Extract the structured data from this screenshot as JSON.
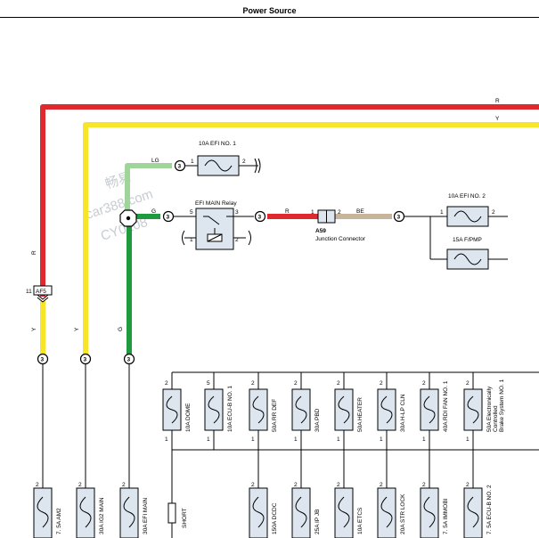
{
  "page": {
    "title": "Power Source"
  },
  "colors": {
    "red": "#e0282f",
    "yellow": "#f7e52a",
    "green": "#1f9a3f",
    "light_green": "#9fd59a",
    "beige": "#c8b49a",
    "fuse_fill": "#dde6ee"
  },
  "watermark": {
    "line1": "畅易",
    "line2": "car388.com",
    "line3": "CY0108"
  },
  "wires": {
    "r_top": "R",
    "y_top": "Y",
    "lg": "LG",
    "g_relay": "G",
    "r_left": "R",
    "y_left": "Y",
    "y_mid": "Y",
    "g_mid": "G",
    "r_relay_out": "R",
    "be": "BE"
  },
  "connector_af5": {
    "pin": "11",
    "name": "AF5"
  },
  "terminals": {
    "three": "3"
  },
  "efi_no1": {
    "name": "10A EFI NO. 1",
    "pin1": "1",
    "pin2": "2"
  },
  "relay": {
    "name": "EFI MAIN Relay",
    "pin5": "5",
    "pin3": "3",
    "pin1": "1",
    "pin2": "2"
  },
  "junction": {
    "code": "A59",
    "name": "Junction Connector",
    "pin1": "1",
    "pin2": "2"
  },
  "efi_no2": {
    "name": "10A EFI NO. 2",
    "pin1": "1",
    "pin2": "2"
  },
  "fpmp": {
    "name": "15A F/PMP"
  },
  "upper_fuses": [
    {
      "name": "10A DOME",
      "top": "2",
      "bottom": "1"
    },
    {
      "name": "10A ECU-B NO. 1",
      "top": "5",
      "bottom": "1"
    },
    {
      "name": "50A RR DEF",
      "top": "2",
      "bottom": "1"
    },
    {
      "name": "30A PBD",
      "top": "2",
      "bottom": "1"
    },
    {
      "name": "50A HEATER",
      "top": "2",
      "bottom": "1"
    },
    {
      "name": "30A H-LP CLN",
      "top": "2",
      "bottom": "1"
    },
    {
      "name": "40A RDI FAN NO. 1",
      "top": "2",
      "bottom": "1"
    },
    {
      "name": "50A Electronically Controlled Brake System NO. 1",
      "top": "2",
      "bottom": "1"
    }
  ],
  "lower_fuses": [
    {
      "name": "7. 5A AM2",
      "top": "2"
    },
    {
      "name": "30A IG2 MAIN",
      "top": "2"
    },
    {
      "name": "30A EFI MAIN",
      "top": "2"
    },
    {
      "name": "SHORT",
      "top": ""
    },
    {
      "name": "150A DCDC",
      "top": "2"
    },
    {
      "name": "25A IP JB",
      "top": "2"
    },
    {
      "name": "10A ETCS",
      "top": "2"
    },
    {
      "name": "20A STR LOCK",
      "top": "2"
    },
    {
      "name": "7. 5A IMMOBI",
      "top": "2"
    },
    {
      "name": "7. 5A ECU-B NO. 2",
      "top": "2"
    }
  ]
}
